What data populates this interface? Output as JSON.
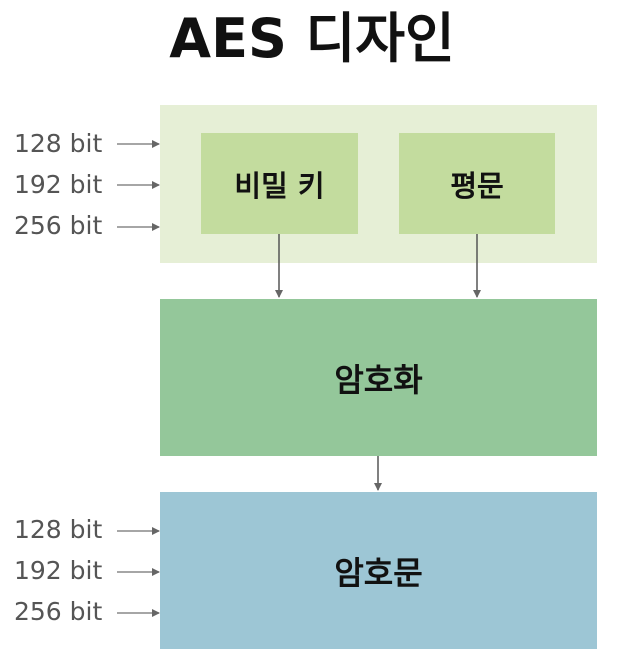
{
  "title": "AES 디자인",
  "key_box": {
    "label": "비밀 키"
  },
  "plaintext_box": {
    "label": "평문"
  },
  "encrypt_box": {
    "label": "암호화"
  },
  "ciphertext_box": {
    "label": "암호문"
  },
  "input_bit_sizes": [
    "128 bit",
    "192 bit",
    "256 bit"
  ],
  "output_bit_sizes": [
    "128 bit",
    "192 bit",
    "256 bit"
  ],
  "colors": {
    "input_panel": "#e6efd6",
    "input_boxes": "#c3dc9e",
    "encrypt_box": "#94c79a",
    "ciphertext_box": "#9dc6d5",
    "arrow": "#666666"
  }
}
